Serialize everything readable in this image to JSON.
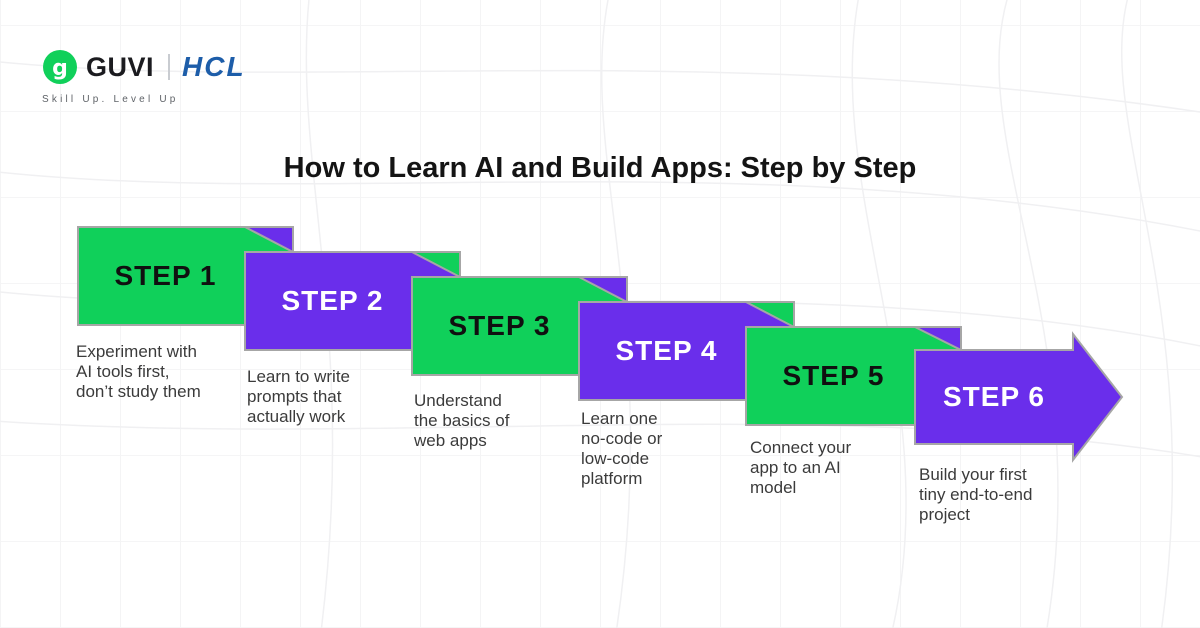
{
  "brand": {
    "guvi_label": "GUVI",
    "hcl_label": "HCL",
    "tagline": "Skill Up. Level Up"
  },
  "title": "How to Learn AI and Build Apps: Step by Step",
  "colors": {
    "ribbon_green": "#10d05a",
    "ribbon_purple": "#6a2eeb",
    "ribbon_border": "#a6a6a6",
    "hcl_blue": "#1d5da9",
    "guvi_green": "#10d05a",
    "title_text": "#141414",
    "body_text": "#3b3b3b"
  },
  "steps": [
    {
      "label": "STEP 1",
      "color": "green",
      "description": "Experiment with\nAI tools first,\ndon’t study them"
    },
    {
      "label": "STEP 2",
      "color": "purple",
      "description": "Learn to write\nprompts that\nactually work"
    },
    {
      "label": "STEP 3",
      "color": "green",
      "description": "Understand\nthe basics of\nweb apps"
    },
    {
      "label": "STEP 4",
      "color": "purple",
      "description": "Learn one\nno-code or\nlow-code\nplatform"
    },
    {
      "label": "STEP 5",
      "color": "green",
      "description": "Connect your\napp to an AI\nmodel"
    },
    {
      "label": "STEP 6",
      "color": "purple",
      "description": "Build your first\ntiny end-to-end\nproject"
    }
  ]
}
